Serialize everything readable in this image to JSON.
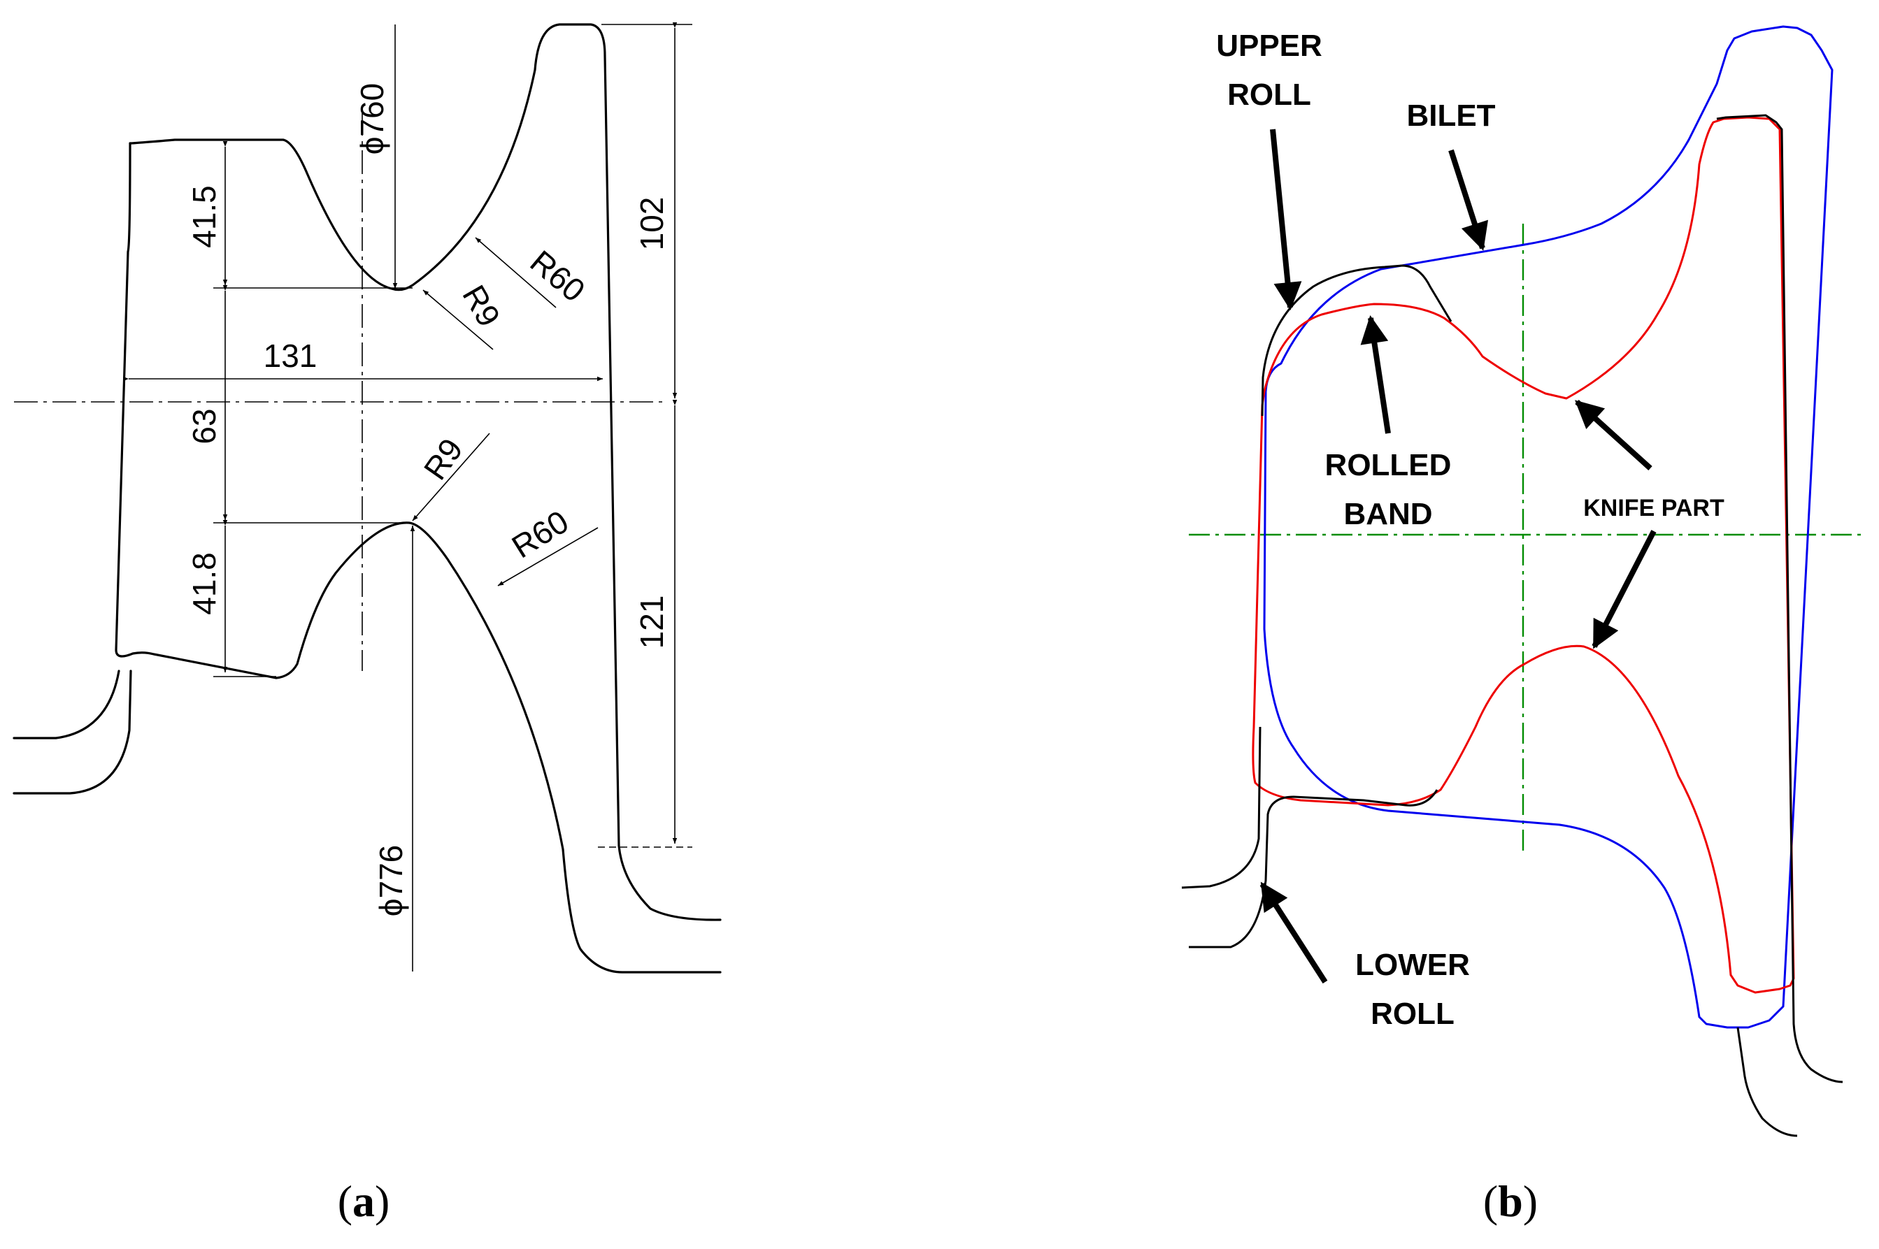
{
  "panel_a": {
    "label_open": "(",
    "label_letter": "a",
    "label_close": ")",
    "dims": {
      "dia_top": "ϕ760",
      "dia_bottom": "ϕ776",
      "r60_top": "R60",
      "r9_top": "R9",
      "r9_bottom": "R9",
      "r60_bottom": "R60",
      "d41_5": "41.5",
      "d131": "131",
      "d63": "63",
      "d41_8": "41.8",
      "d102": "102",
      "d121": "121"
    }
  },
  "panel_b": {
    "label_open": "(",
    "label_letter": "b",
    "label_close": ")",
    "callouts": {
      "upper_roll_1": "UPPER",
      "upper_roll_2": "ROLL",
      "bilet": "BILET",
      "rolled_band_1": "ROLLED",
      "rolled_band_2": "BAND",
      "knife_part": "KNIFE PART",
      "lower_roll_1": "LOWER",
      "lower_roll_2": "ROLL"
    },
    "colors": {
      "bilet": "#0000ee",
      "rolled_band": "#ee0000",
      "rolls": "#000000",
      "axes": "#008c00"
    }
  }
}
